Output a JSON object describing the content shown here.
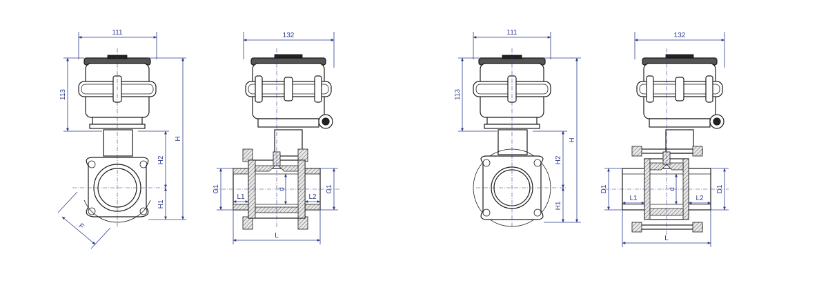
{
  "views": [
    {
      "id": "v1",
      "dims": {
        "width": "111",
        "height": "113",
        "total": "H",
        "upper": "H2",
        "lower": "H1",
        "flange": "F"
      }
    },
    {
      "id": "v2",
      "dims": {
        "width": "132",
        "port_left": "G1",
        "port_right": "G1",
        "bore": "d",
        "inset_left": "L1",
        "inset_right": "L2",
        "length": "L"
      }
    },
    {
      "id": "v3",
      "dims": {
        "width": "111",
        "height": "113",
        "total": "H",
        "upper": "H2",
        "lower": "H1"
      }
    },
    {
      "id": "v4",
      "dims": {
        "width": "132",
        "port_left": "D1",
        "port_right": "D1",
        "bore": "d",
        "inset_left": "L1",
        "inset_right": "L2",
        "length": "L"
      }
    }
  ],
  "colors": {
    "outline": "#1a1a1a",
    "dimension": "#2b3a8c",
    "actuator": "#222222"
  }
}
